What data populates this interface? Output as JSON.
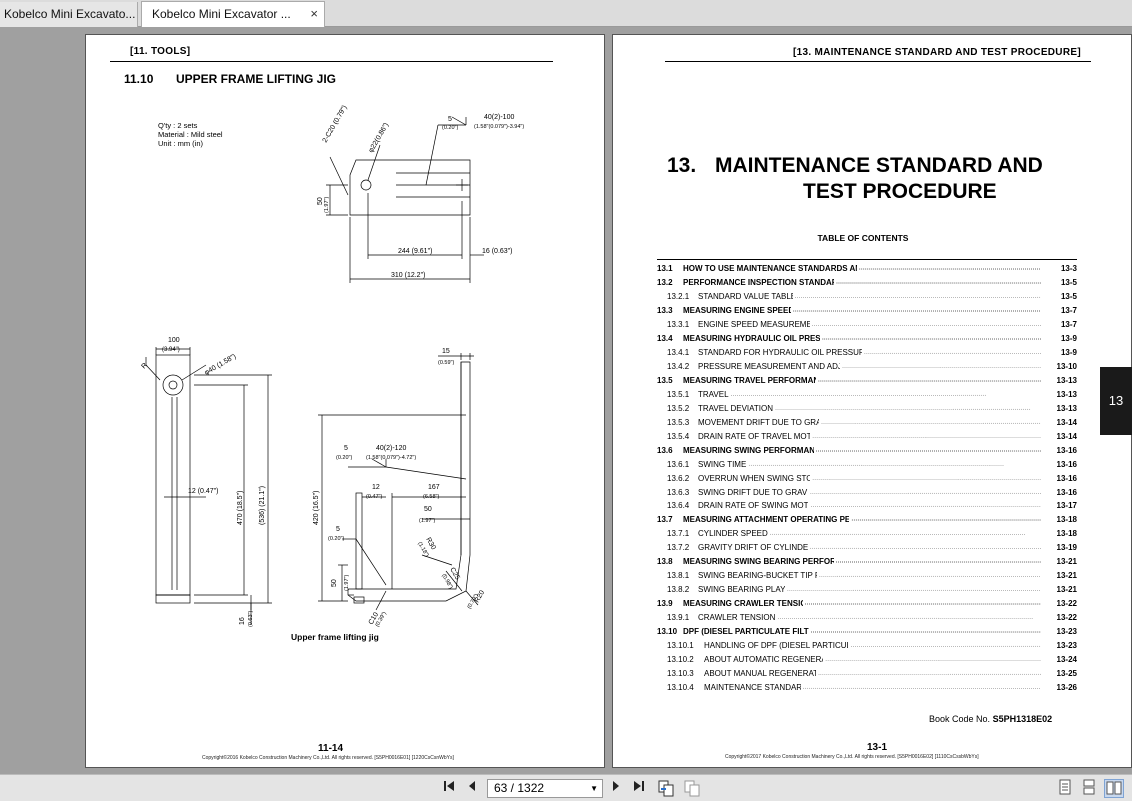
{
  "tabs": [
    {
      "label": "Kobelco Mini Excavato..."
    },
    {
      "label": "Kobelco Mini Excavator ...",
      "close": "×"
    }
  ],
  "left_page": {
    "header": "[11.   TOOLS]",
    "section_number": "11.10",
    "section_title": "UPPER  FRAME  LIFTING  JIG",
    "notes": [
      "Q'ty : 2 sets",
      "Material : Mild steel",
      "Unit : mm (in)"
    ],
    "dims": {
      "d5a": "5",
      "d5a_in": "(0.20\")",
      "d40_100": "40(2)-100",
      "d40_100_in": "(1.58\"(0.079\")-3.94\")",
      "c20": "2-C20 (0.79\")",
      "phi22": "φ22(0.86\")",
      "d50": "50",
      "d50_in": "(1.97\")",
      "d244": "244 (9.61\")",
      "d16": "16 (0.63\")",
      "d310": "310 (12.2\")",
      "d100": "100",
      "d100_in": "(3.94\")",
      "phi40": "φ40 (1.58\")",
      "r_label": "R",
      "d12": "12 (0.47\")",
      "d470": "470 (18.5\")",
      "d536": "(536) (21.1\")",
      "d16b": "16",
      "d16b_in": "(0.63\")",
      "d15": "15",
      "d15_in": "(0.59\")",
      "d5b": "5",
      "d5b_in": "(0.20\")",
      "d40_120": "40(2)-120",
      "d40_120_in": "(1.58\"(0.079\")-4.72\")",
      "d420": "420 (16.5\")",
      "d12b": "12",
      "d12b_in": "(0.47\")",
      "d167": "167",
      "d167_in": "(6.58\")",
      "d50b": "50",
      "d50b_in": "(1.97\")",
      "d5c": "5",
      "d5c_in": "(0.20\")",
      "r30": "R30",
      "r30_in": "(1.18\")",
      "c25": "C25",
      "c25_in": "(0.98\")",
      "r20": "R20",
      "r20_in": "(0.79\")",
      "d50c": "50",
      "d50c_in": "(1.97\")",
      "c10": "C10",
      "c10_in": "(0.39\")"
    },
    "caption": "Upper  frame  lifting  jig",
    "page_number": "11-14",
    "copyright": "Copyright©2016 Kobelco Construction Machinery Co.,Ltd. All rights reserved. [S5PH0016E01] [1220CsCsnWbYs]"
  },
  "right_page": {
    "header": "[13.   MAINTENANCE STANDARD AND TEST PROCEDURE]",
    "chapter_number": "13.",
    "chapter_title_1": "MAINTENANCE STANDARD AND",
    "chapter_title_2": "TEST PROCEDURE",
    "toc_heading": "TABLE OF CONTENTS",
    "toc": [
      {
        "num": "13.1",
        "label": "HOW TO USE MAINTENANCE STANDARDS AND PRECAUTIONS",
        "page": "13-3",
        "level": 1
      },
      {
        "num": "13.2",
        "label": "PERFORMANCE INSPECTION STANDARD TABLE",
        "page": "13-5",
        "level": 1
      },
      {
        "num": "13.2.1",
        "label": "STANDARD VALUE TABLE",
        "page": "13-5",
        "level": 2
      },
      {
        "num": "13.3",
        "label": "MEASURING ENGINE SPEED",
        "page": "13-7",
        "level": 1
      },
      {
        "num": "13.3.1",
        "label": "ENGINE SPEED MEASUREMENT",
        "page": "13-7",
        "level": 2
      },
      {
        "num": "13.4",
        "label": "MEASURING HYDRAULIC OIL PRESSURE",
        "page": "13-9",
        "level": 1
      },
      {
        "num": "13.4.1",
        "label": "STANDARD FOR HYDRAULIC OIL PRESSURE MEASUREMENT",
        "page": "13-9",
        "level": 2
      },
      {
        "num": "13.4.2",
        "label": "PRESSURE MEASUREMENT AND ADJUSTMENT",
        "page": "13-10",
        "level": 2
      },
      {
        "num": "13.5",
        "label": "MEASURING TRAVEL PERFORMANCES",
        "page": "13-13",
        "level": 1
      },
      {
        "num": "13.5.1",
        "label": "TRAVEL",
        "page": "13-13",
        "level": 2
      },
      {
        "num": "13.5.2",
        "label": "TRAVEL DEVIATION",
        "page": "13-13",
        "level": 2
      },
      {
        "num": "13.5.3",
        "label": "MOVEMENT DRIFT DUE TO GRAVITY",
        "page": "13-14",
        "level": 2
      },
      {
        "num": "13.5.4",
        "label": "DRAIN RATE OF TRAVEL MOTOR",
        "page": "13-14",
        "level": 2
      },
      {
        "num": "13.6",
        "label": "MEASURING SWING PERFORMANCES",
        "page": "13-16",
        "level": 1
      },
      {
        "num": "13.6.1",
        "label": "SWING TIME",
        "page": "13-16",
        "level": 2
      },
      {
        "num": "13.6.2",
        "label": "OVERRUN WHEN SWING STOPS",
        "page": "13-16",
        "level": 2
      },
      {
        "num": "13.6.3",
        "label": "SWING DRIFT DUE TO GRAVITY",
        "page": "13-16",
        "level": 2
      },
      {
        "num": "13.6.4",
        "label": "DRAIN RATE OF SWING MOTOR",
        "page": "13-17",
        "level": 2
      },
      {
        "num": "13.7",
        "label": "MEASURING ATTACHMENT OPERATING PERFORMANCES",
        "page": "13-18",
        "level": 1
      },
      {
        "num": "13.7.1",
        "label": "CYLINDER SPEED",
        "page": "13-18",
        "level": 2
      },
      {
        "num": "13.7.2",
        "label": "GRAVITY DRIFT OF CYLINDERS",
        "page": "13-19",
        "level": 2
      },
      {
        "num": "13.8",
        "label": "MEASURING SWING BEARING PERFORMANCES",
        "page": "13-21",
        "level": 1
      },
      {
        "num": "13.8.1",
        "label": "SWING BEARING-BUCKET TIP PLAY",
        "page": "13-21",
        "level": 2
      },
      {
        "num": "13.8.2",
        "label": "SWING BEARING PLAY",
        "page": "13-21",
        "level": 2
      },
      {
        "num": "13.9",
        "label": "MEASURING CRAWLER TENSION",
        "page": "13-22",
        "level": 1
      },
      {
        "num": "13.9.1",
        "label": "CRAWLER TENSION",
        "page": "13-22",
        "level": 2
      },
      {
        "num": "13.10",
        "label": "DPF (DIESEL PARTICULATE FILTER)",
        "page": "13-23",
        "level": 1
      },
      {
        "num": "13.10.1",
        "label": "HANDLING OF DPF (DIESEL PARTICULATE FILTER)",
        "page": "13-23",
        "level": 2
      },
      {
        "num": "13.10.2",
        "label": "ABOUT AUTOMATIC REGENERATION",
        "page": "13-24",
        "level": 2
      },
      {
        "num": "13.10.3",
        "label": "ABOUT MANUAL REGENERATION",
        "page": "13-25",
        "level": 2
      },
      {
        "num": "13.10.4",
        "label": "MAINTENANCE STANDARD",
        "page": "13-26",
        "level": 2
      }
    ],
    "book_code_label": "Book Code No.",
    "book_code": "S5PH1318E02",
    "page_number": "13-1",
    "copyright": "Copyright©2017 Kobelco Construction Machinery Co.,Ltd. All rights reserved. [S5PH0016E02] [1110CsCssbWbYs]",
    "chapter_tab": "13"
  },
  "toolbar": {
    "page_indicator": "63 / 1322",
    "first_icon": "first-page-icon",
    "prev_icon": "previous-page-icon",
    "next_icon": "next-page-icon",
    "last_icon": "last-page-icon",
    "back_icon": "go-back-icon",
    "forward_icon": "go-forward-icon",
    "view_icons": [
      "single-page-view-icon",
      "continuous-view-icon",
      "facing-pages-view-icon"
    ]
  }
}
